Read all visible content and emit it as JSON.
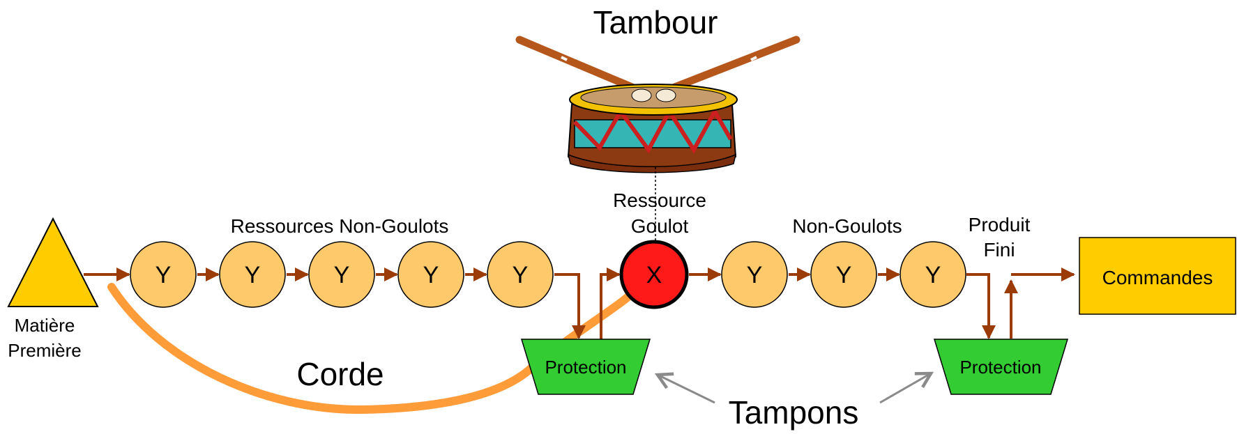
{
  "title": "Tambour",
  "labels": {
    "non_bottleneck_upstream": "Ressources Non-Goulots",
    "bottleneck_line1": "Ressource",
    "bottleneck_line2": "Goulot",
    "non_bottleneck_downstream": "Non-Goulots",
    "finished_line1": "Produit",
    "finished_line2": "Fini",
    "raw_line1": "Matière",
    "raw_line2": "Première",
    "rope": "Corde",
    "buffers": "Tampons"
  },
  "nodes": {
    "upstream": [
      "Y",
      "Y",
      "Y",
      "Y",
      "Y"
    ],
    "bottleneck": "X",
    "downstream": [
      "Y",
      "Y",
      "Y"
    ]
  },
  "buffers": [
    "Protection",
    "Protection"
  ],
  "orders": "Commandes",
  "colors": {
    "arrow": "#9a3b08",
    "node_fill": "#fdc96b",
    "bottleneck_fill": "#ff1a1a",
    "buffer_fill": "#33cc33",
    "orders_fill": "#ffcc00",
    "raw_fill": "#ffcc00",
    "rope": "#ff9c3a",
    "callout": "#8a8a8a"
  },
  "icons": {
    "drum": "drum-icon"
  }
}
